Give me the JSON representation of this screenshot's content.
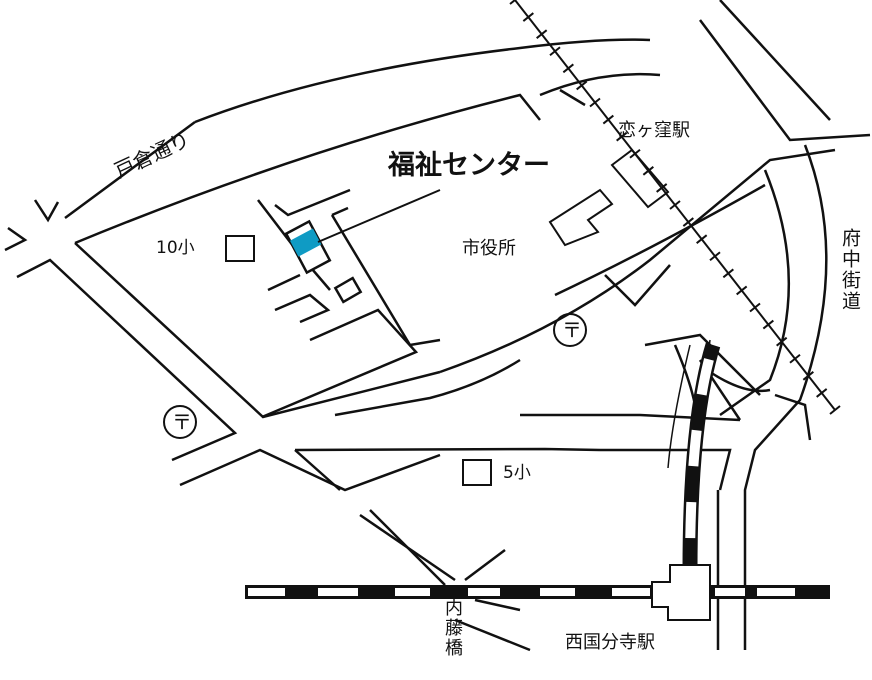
{
  "labels": {
    "road_tokura": "戸倉通り",
    "facility": "福祉センター",
    "station_koigakubo": "恋ヶ窪駅",
    "city_hall": "市役所",
    "school_10": "10小",
    "school_5": "5小",
    "road_fuchu": "府中街道",
    "naito_bridge": "内藤橋",
    "station_nishikokubunji": "西国分寺駅",
    "post_office_symbol": "〒"
  },
  "colors": {
    "facility_highlight": "#0f9bc4",
    "line": "#111111"
  },
  "icons": [
    "post-office-icon",
    "school-icon",
    "station-icon",
    "railway-icon"
  ]
}
